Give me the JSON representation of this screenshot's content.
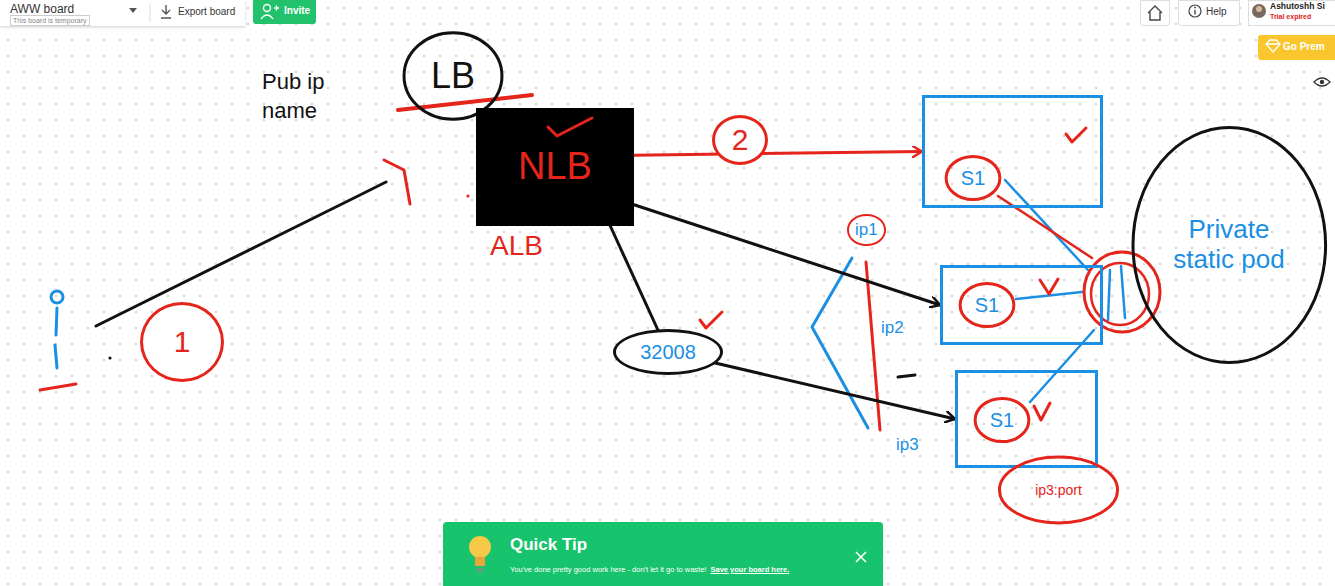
{
  "diagram": {
    "nodes": [
      {
        "text": [
          "LB"
        ]
      },
      {
        "text": [
          "NLB",
          "ALB"
        ]
      },
      {
        "text": [
          "ip1"
        ]
      },
      {
        "text": [
          "S1"
        ],
        "in": 2
      },
      {
        "text": [
          "ip2"
        ]
      },
      {
        "text": [
          "S1"
        ],
        "in": 4
      },
      {
        "text": [
          "ip3"
        ]
      },
      {
        "text": [
          "S1"
        ],
        "in": 6
      },
      {
        "text": [
          "Private static pod"
        ]
      },
      {
        "text": [
          "ip3:port"
        ]
      }
    ],
    "edges": [
      {
        "from": 1,
        "to": 2,
        "arrow": "to",
        "label": "2"
      },
      {
        "from": 1,
        "to": 4,
        "arrow": "to"
      },
      {
        "from": 1,
        "to": 6,
        "arrow": "to",
        "label": "32008"
      }
    ],
    "labels": [
      "AWW board",
      "This board is temporary",
      "Export board",
      "Invite",
      "Help",
      "Ashutoshh Si",
      "Trial expired",
      "Go Prem",
      "Pub ip name",
      "1",
      "Quick Tip",
      "You've done pretty good work here - don't let it go to waste!",
      "Save your board here."
    ]
  }
}
